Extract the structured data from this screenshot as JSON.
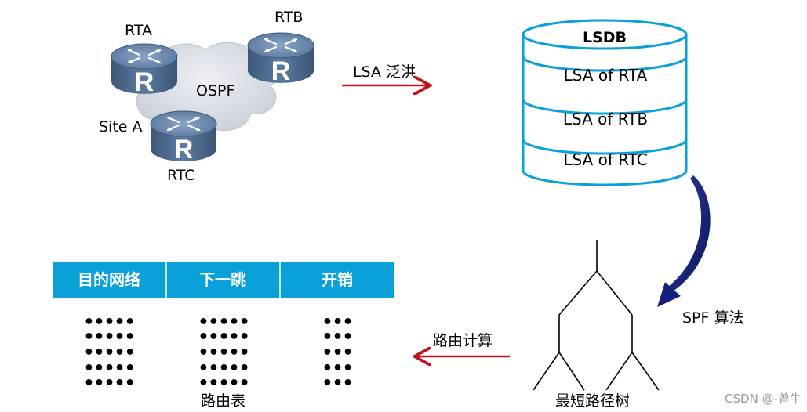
{
  "routers": [
    {
      "label": "RTA"
    },
    {
      "label": "RTB"
    },
    {
      "label": "RTC"
    }
  ],
  "router_glyph": "R",
  "cloud_label": "OSPF",
  "site_label": "Site  A",
  "flood_label": "LSA  泛洪",
  "lsdb": {
    "title": "LSDB",
    "rows": [
      "LSA  of  RTA",
      "LSA  of  RTB",
      "LSA  of  RTC"
    ]
  },
  "spf_label": "SPF  算法",
  "tree_label": "最短路径树",
  "route_calc_label": "路由计算",
  "routing_table": {
    "headers": [
      "目的网络",
      "下一跳",
      "开销"
    ],
    "rows": [
      [
        "•••••",
        "•••••",
        "•••"
      ],
      [
        "•••••",
        "•••••",
        "•••"
      ],
      [
        "•••••",
        "•••••",
        "•••"
      ],
      [
        "•••••",
        "•••••",
        "•••"
      ],
      [
        "•••••",
        "•••••",
        "•••"
      ]
    ],
    "caption": "路由表"
  },
  "watermark": "CSDN @-曾牛",
  "colors": {
    "router_body": "#4e6d8f",
    "router_top": "#6f8fb2",
    "cloud": "#d3d8e0",
    "arrow_red": "#c0141c",
    "lsdb_border": "#0aa0d8",
    "table_header": "#0aa0d8",
    "spf_arrow": "#14207a"
  },
  "icons": [
    "router-icon",
    "ospf-cloud",
    "database-cylinder",
    "tree-graph",
    "curved-arrow"
  ]
}
